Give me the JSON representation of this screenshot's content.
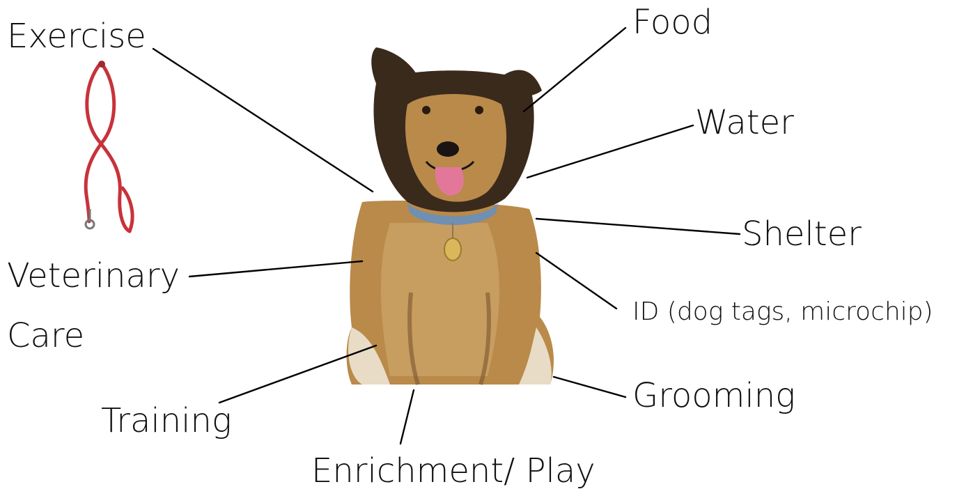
{
  "labels": {
    "exercise": "Exercise",
    "food": "Food",
    "water": "Water",
    "shelter": "Shelter",
    "veterinary_line1": "Veterinary",
    "veterinary_line2": "Care",
    "id": "ID (dog tags, microchip)",
    "grooming": "Grooming",
    "training": "Training",
    "enrichment": "Enrichment/ Play"
  },
  "colors": {
    "text": "#111111",
    "lines": "#000000",
    "leash": "#c8323a",
    "dog_fur": "#b98a4a",
    "dog_dark": "#3a2a1c",
    "collar": "#6f8fb3",
    "tag": "#d8b85a",
    "tongue": "#e3779a"
  },
  "icons": {
    "leash": "leash-icon",
    "dog": "dog-illustration"
  }
}
